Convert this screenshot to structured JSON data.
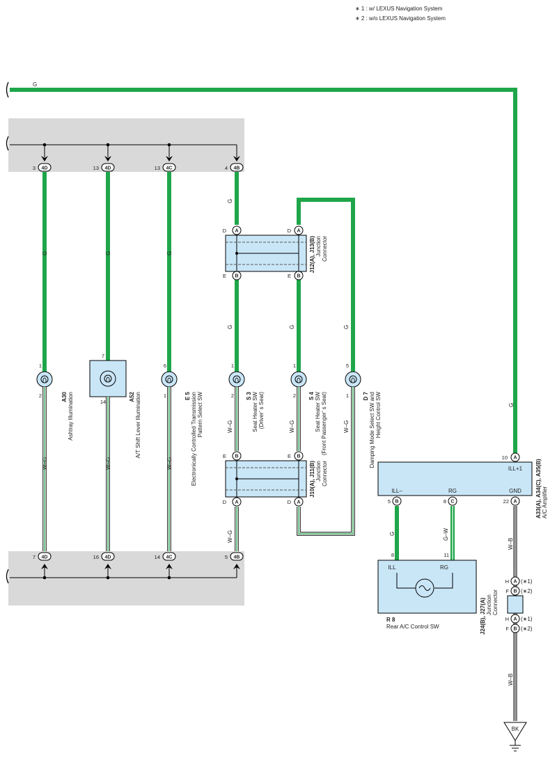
{
  "notes": {
    "n1": "∗ 1 : w/ LEXUS Navigation System",
    "n2": "∗ 2 : w/o LEXUS Navigation System"
  },
  "wire_colors": {
    "g": "G",
    "wg": "W–G",
    "wb": "W–B",
    "gw": "G–W"
  },
  "palette": {
    "green": "#1fa64a",
    "box_fill": "#c9e6f7",
    "band": "#d9d9d9"
  },
  "top_connectors": [
    {
      "pin": "3",
      "conn": "4D"
    },
    {
      "pin": "13",
      "conn": "4D"
    },
    {
      "pin": "13",
      "conn": "4C"
    },
    {
      "pin": "4",
      "conn": "4B"
    }
  ],
  "bottom_connectors": [
    {
      "pin": "7",
      "conn": "4D"
    },
    {
      "pin": "16",
      "conn": "4D"
    },
    {
      "pin": "14",
      "conn": "4C"
    },
    {
      "pin": "5",
      "conn": "4B"
    }
  ],
  "components": {
    "a30": {
      "id": "A30",
      "name": "Ashtray Illumination",
      "pin_top": "1",
      "pin_bottom": "2"
    },
    "a52": {
      "id": "A52",
      "name": "A/T Shift Lever Illumination",
      "pin_top": "7",
      "pin_bottom": "14"
    },
    "e5": {
      "id": "E 5",
      "name1": "Electronically Controlled Transmission",
      "name2": "Pattern Select SW",
      "pin_top": "6",
      "pin_bottom": "1"
    },
    "s3": {
      "id": "S 3",
      "name1": "Seat Heater SW",
      "name2": "(Driver’ s Seat)",
      "pin_top": "1",
      "pin_bottom": "2"
    },
    "s4": {
      "id": "S 4",
      "name1": "Seat Heater SW",
      "name2": "(Front Passenger’ s Seat)",
      "pin_top": "1",
      "pin_bottom": "2"
    },
    "d7": {
      "id": "D 7",
      "name1": "Damping Mode Select SW and",
      "name2": "Height Control SW",
      "pin_top": "5",
      "pin_bottom": "1"
    }
  },
  "junction_upper": {
    "id": "J12(A), J13(B)",
    "name1": "Junction",
    "name2": "Connector",
    "pins": {
      "tl": "D",
      "tl_c": "A",
      "tr": "D",
      "tr_c": "A",
      "bl": "E",
      "bl_c": "B",
      "br": "E",
      "br_c": "B"
    }
  },
  "junction_lower": {
    "id": "J10(A), J11(B)",
    "name1": "Junction",
    "name2": "Connector",
    "pins": {
      "tl": "E",
      "tl_c": "B",
      "tr": "E",
      "tr_c": "B",
      "bl": "D",
      "bl_c": "A",
      "br": "D",
      "br_c": "A"
    }
  },
  "amplifier": {
    "id": "A33(A), A34(C), A35(B)",
    "name": "A/C Amplifier",
    "top_pin": "10",
    "top_conn": "A",
    "top_label": "ILL+1",
    "pins": [
      {
        "label": "ILL–",
        "pin": "5",
        "conn": "B"
      },
      {
        "label": "RG",
        "pin": "8",
        "conn": "C"
      },
      {
        "label": "GND",
        "pin": "22",
        "conn": "A"
      }
    ]
  },
  "rear_ac": {
    "id": "R 8",
    "name": "Rear A/C Control SW",
    "pin_ill": "8",
    "label_ill": "ILL",
    "pin_rg": "11",
    "label_rg": "RG"
  },
  "junction_gnd": {
    "id": "J24(B), J27(A)",
    "name1": "Junction",
    "name2": "Connector",
    "rows": [
      {
        "pin": "H",
        "conn": "A",
        "note": "(∗1)"
      },
      {
        "pin": "F",
        "conn": "B",
        "note": "(∗2)"
      },
      {
        "pin": "H",
        "conn": "A",
        "note": "(∗1)"
      },
      {
        "pin": "F",
        "conn": "B",
        "note": "(∗2)"
      }
    ]
  },
  "ground": {
    "label": "BK"
  }
}
